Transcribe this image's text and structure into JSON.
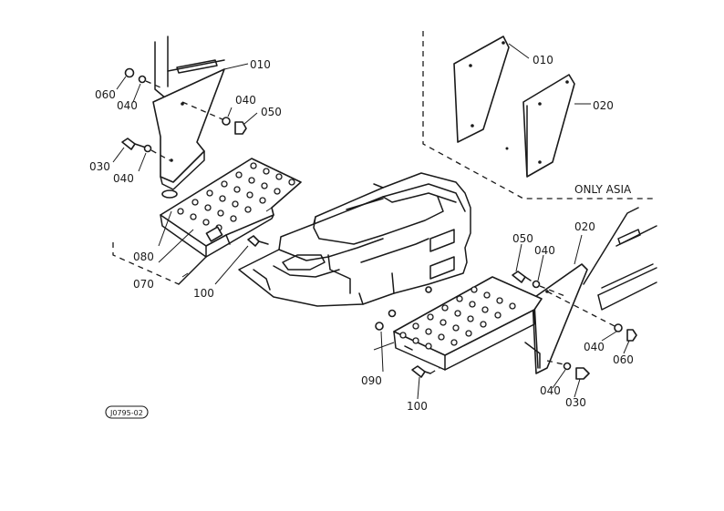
{
  "labels": {
    "l010a": "010",
    "l060a": "060",
    "l040a": "040",
    "l040b": "040",
    "l050a": "050",
    "l030a": "030",
    "l040c": "040",
    "l080": "080",
    "l070": "070",
    "l100a": "100",
    "l010b": "010",
    "l020a": "020",
    "only_asia": "ONLY ASIA",
    "l050b": "050",
    "l040d": "040",
    "l020b": "020",
    "l040e": "040",
    "l060b": "060",
    "l090": "090",
    "l040f": "040",
    "l030b": "030",
    "l100b": "100",
    "ref_code": "J0795-02"
  }
}
